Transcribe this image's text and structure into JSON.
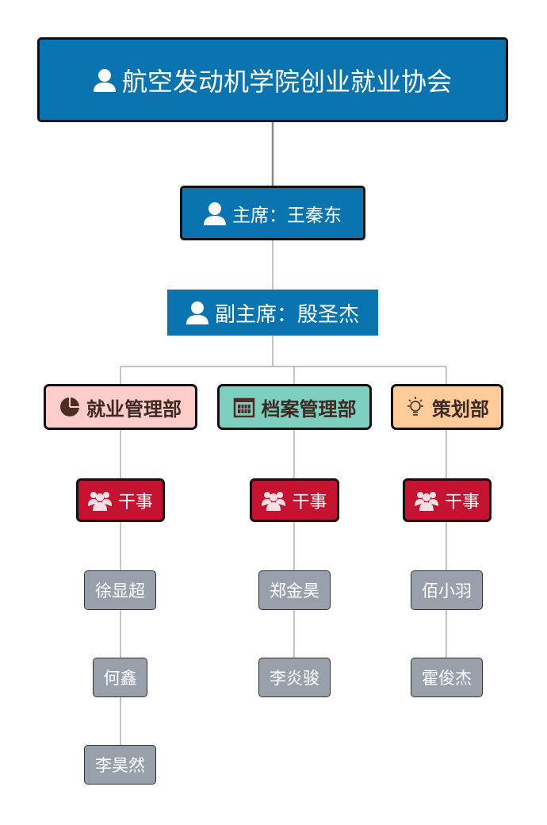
{
  "root": {
    "label": "航空发动机学院创业就业协会",
    "icon": "user-icon"
  },
  "chair": {
    "label": "主席：王秦东",
    "icon": "user-icon"
  },
  "vice": {
    "label": "副主席：殷圣杰",
    "icon": "user-icon"
  },
  "departments": [
    {
      "label": "就业管理部",
      "icon": "pie-chart-icon",
      "color": "#ffcccc",
      "staff": "干事",
      "members": [
        "徐显超",
        "何鑫",
        "李昊然"
      ]
    },
    {
      "label": "档案管理部",
      "icon": "calendar-icon",
      "color": "#7fcfc0",
      "staff": "干事",
      "members": [
        "郑金昊",
        "李炎骏"
      ]
    },
    {
      "label": "策划部",
      "icon": "lightbulb-icon",
      "color": "#ffcc99",
      "staff": "干事",
      "members": [
        "佰小羽",
        "霍俊杰"
      ]
    }
  ],
  "colors": {
    "blue": "#0a74b0",
    "staff": "#c41230",
    "member": "#98a1ab"
  }
}
